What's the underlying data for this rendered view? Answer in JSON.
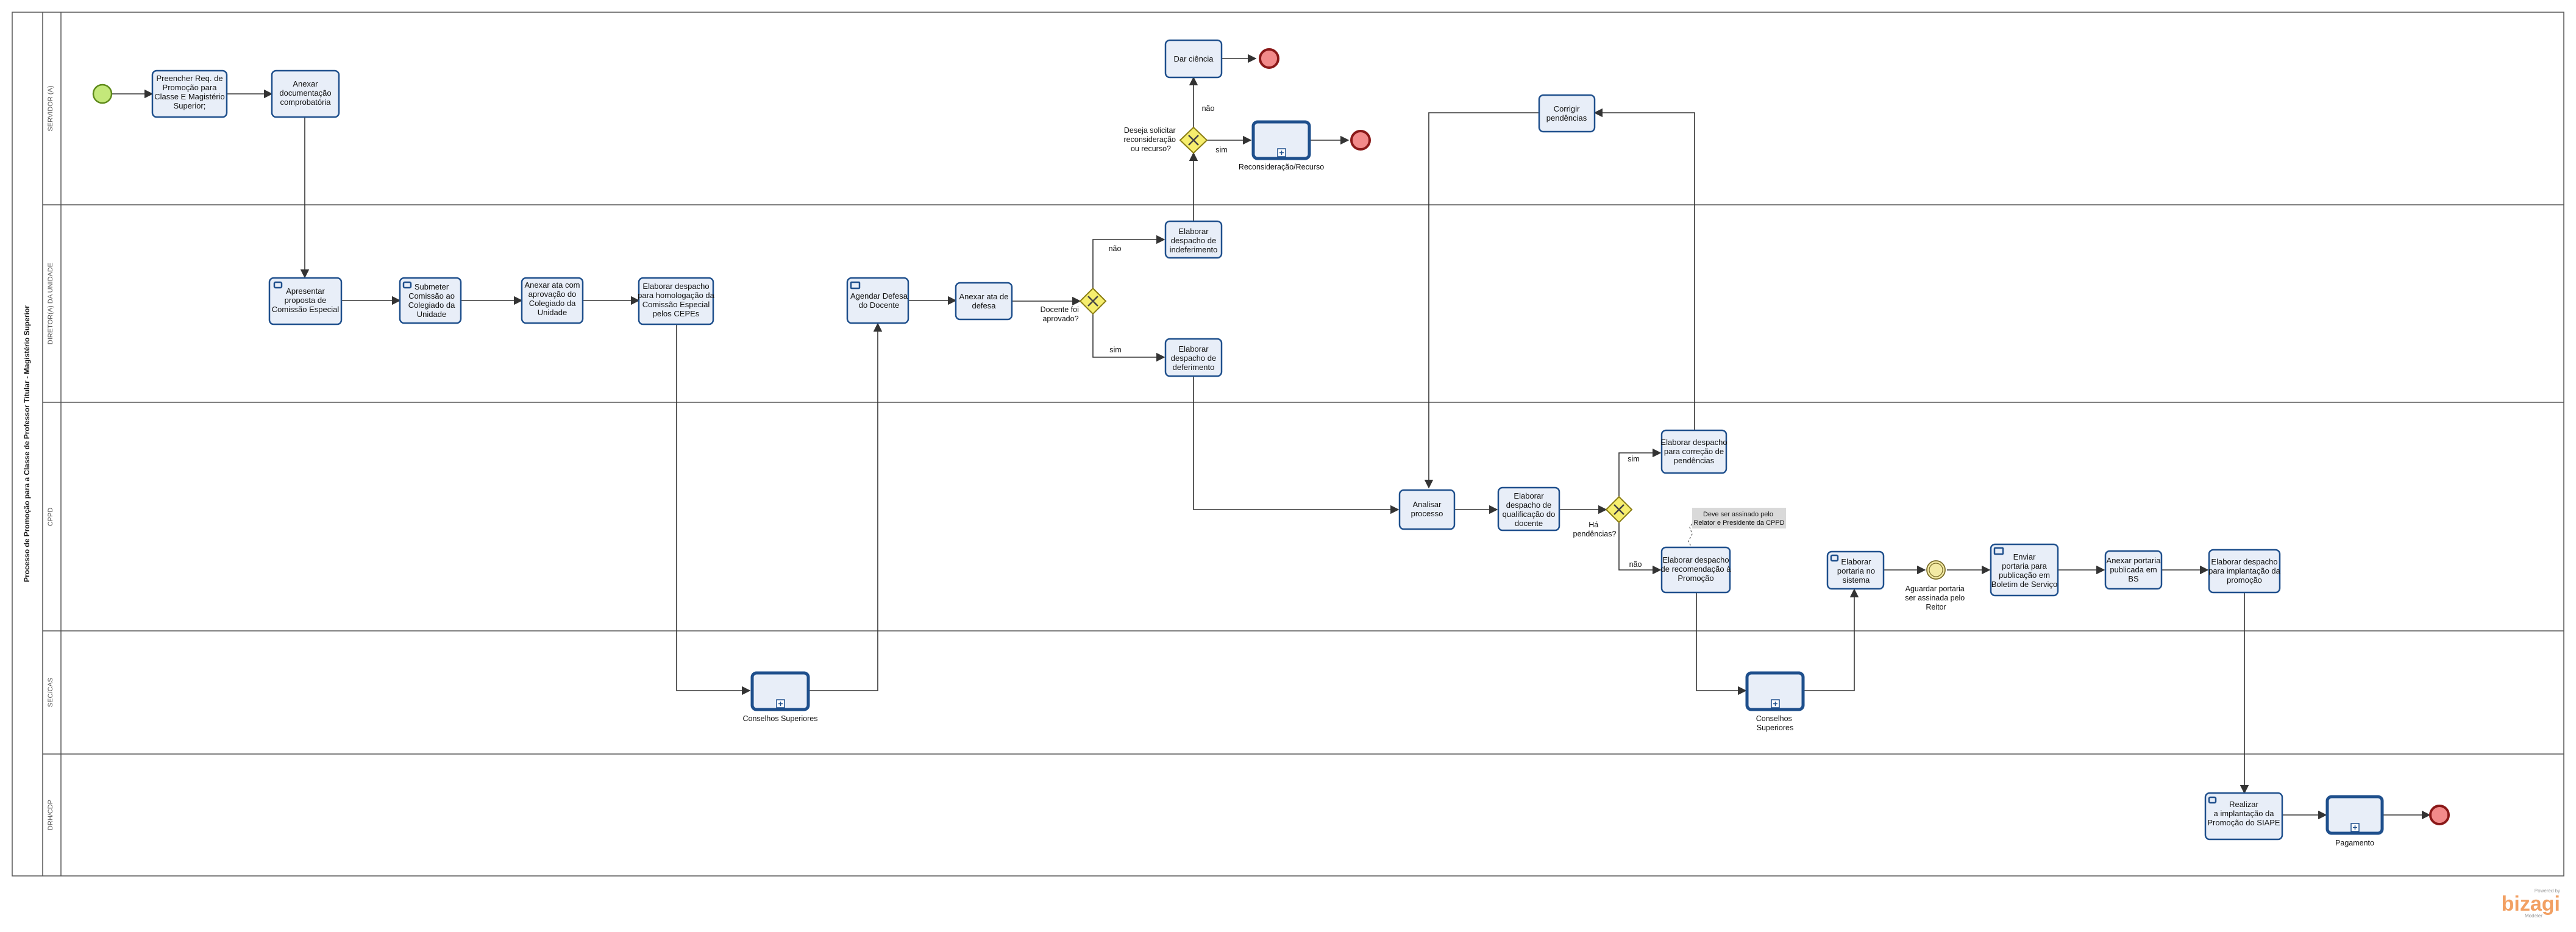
{
  "pool": {
    "title": "Processo de Promoção para a Classe de Professor Titular - Magistério Superior"
  },
  "lanes": [
    {
      "id": "servidor",
      "label": "SERVIDOR (A)"
    },
    {
      "id": "direcao",
      "label": "DIRETOR(A) DA UNIDADE"
    },
    {
      "id": "cppd",
      "label": "CPPD"
    },
    {
      "id": "secs",
      "label": "SEC/CAS"
    },
    {
      "id": "dpq",
      "label": "DRH/CDP"
    }
  ],
  "tasks": {
    "t1": [
      "Preencher Req. de",
      "Promoção para",
      "Classe E Magistério",
      "Superior;"
    ],
    "t2": [
      "Anexar",
      "documentação",
      "comprobatória"
    ],
    "t3": [
      "Apresentar",
      "proposta de",
      "Comissão Especial"
    ],
    "t4": [
      "Submeter",
      "Comissão ao",
      "Colegiado da",
      "Unidade"
    ],
    "t5": [
      "Anexar ata  com",
      "aprovação do",
      "Colegiado da",
      "Unidade"
    ],
    "t6": [
      "Elaborar despacho",
      "para homologação da",
      "Comissão Especial",
      "pelos CEPEs"
    ],
    "t7": [
      "Agendar Defesa",
      "do Docente"
    ],
    "t8": [
      "Anexar ata de",
      "defesa"
    ],
    "t9": [
      "Elaborar",
      "despacho de",
      "indeferimento"
    ],
    "t10": [
      "Elaborar",
      "despacho de",
      "deferimento"
    ],
    "t11": [
      "Dar ciência"
    ],
    "t12": [
      "Corrigir",
      "pendências"
    ],
    "t13": [
      "Analisar",
      "processo"
    ],
    "t14": [
      "Elaborar",
      "despacho de",
      "qualificação do",
      "docente"
    ],
    "t15": [
      "Elaborar despacho",
      "para correção de",
      "pendências"
    ],
    "t16": [
      "Elaborar despacho",
      "de recomendação à",
      "Promoção"
    ],
    "t17": [
      "Elaborar",
      "portaria no",
      "sistema"
    ],
    "t18": [
      "Enviar",
      "portaria para",
      "publicação em",
      "Boletim de Serviço"
    ],
    "t19": [
      "Anexar portaria",
      "publicada em",
      "BS"
    ],
    "t20": [
      "Elaborar despacho",
      "para implantação da",
      "promoção"
    ],
    "t21": [
      "Realizar",
      "a implantação da",
      "Promoção do SIAPE"
    ]
  },
  "subprocesses": {
    "s1": "Reconsideração/Recurso",
    "s2": "Conselhos Superiores",
    "s3": [
      "Conselhos",
      "Superiores"
    ],
    "s4": "Pagamento"
  },
  "gateways": {
    "g1": [
      "Deseja solicitar",
      "reconsideração",
      "ou recurso?"
    ],
    "g2": [
      "Docente foi",
      "aprovado?"
    ],
    "g3": [
      "Há",
      "pendências?"
    ]
  },
  "flow_labels": {
    "nao1": "não",
    "sim1": "sim",
    "nao2": "não",
    "sim2": "sim",
    "sim3": "sim",
    "nao3": "não"
  },
  "intermediate_event": [
    "Aguardar portaria",
    "ser assinada pelo",
    "Reitor"
  ],
  "annotation": [
    "Deve ser assinado pelo",
    "Relator e Presidente da CPPD"
  ],
  "branding": {
    "powered": "Powered by",
    "name": "bizagi",
    "sub": "Modeler"
  },
  "colors": {
    "task_fill": "#e8eef8",
    "task_stroke": "#1e4f8c",
    "start": "#c4e87a",
    "end": "#f28a8a",
    "gateway": "#f6ee6e",
    "annotation": "#d9d9d9"
  }
}
